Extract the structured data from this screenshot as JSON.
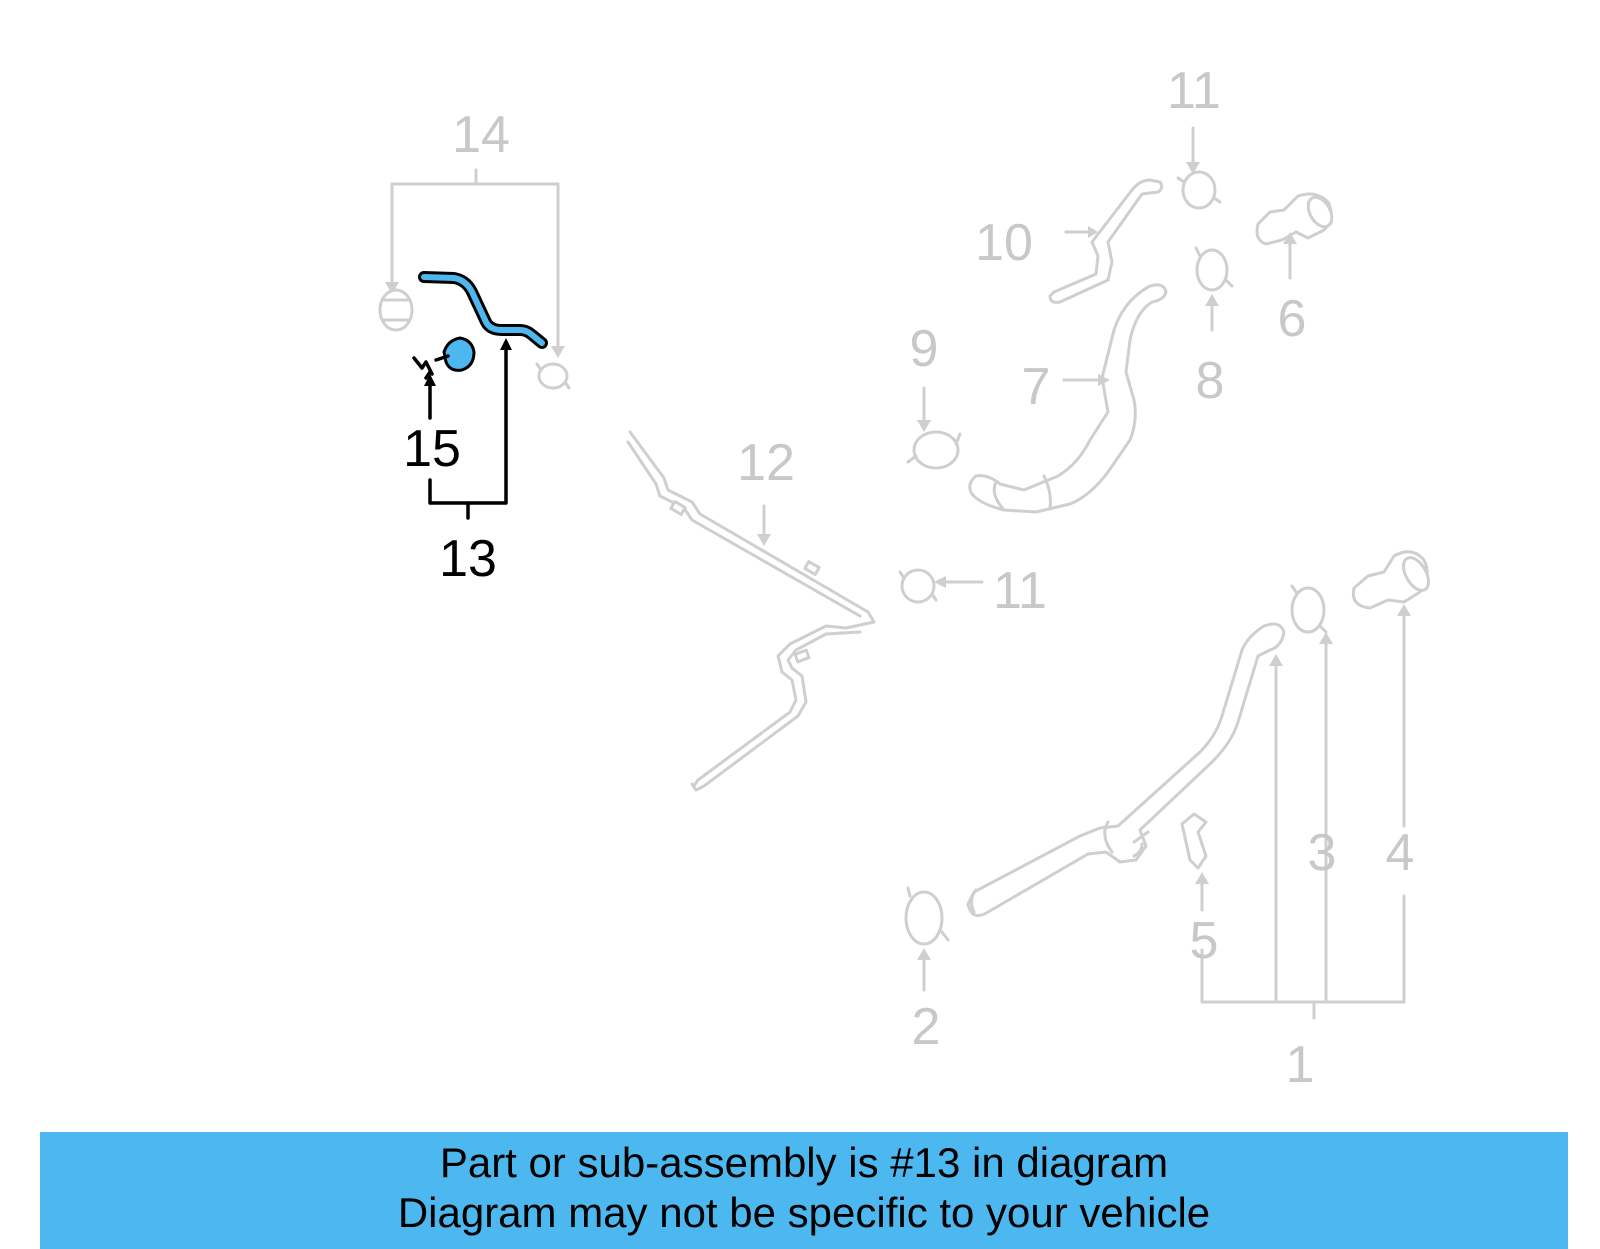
{
  "banner": {
    "line1": "Part or sub-assembly is #13 in diagram",
    "line2": "Diagram may not be specific to your vehicle",
    "background_color": "#4DB8EF"
  },
  "diagram": {
    "highlighted_part": "13",
    "highlight_color": "#4DB8EF",
    "inactive_color": "#C8C8C8",
    "callouts": [
      {
        "id": "1",
        "label": "1"
      },
      {
        "id": "2",
        "label": "2"
      },
      {
        "id": "3",
        "label": "3"
      },
      {
        "id": "4",
        "label": "4"
      },
      {
        "id": "5",
        "label": "5"
      },
      {
        "id": "6",
        "label": "6"
      },
      {
        "id": "7",
        "label": "7"
      },
      {
        "id": "8",
        "label": "8"
      },
      {
        "id": "9",
        "label": "9"
      },
      {
        "id": "10",
        "label": "10"
      },
      {
        "id": "11a",
        "label": "11"
      },
      {
        "id": "11b",
        "label": "11"
      },
      {
        "id": "12",
        "label": "12"
      },
      {
        "id": "13",
        "label": "13"
      },
      {
        "id": "14",
        "label": "14"
      },
      {
        "id": "15",
        "label": "15"
      }
    ]
  }
}
